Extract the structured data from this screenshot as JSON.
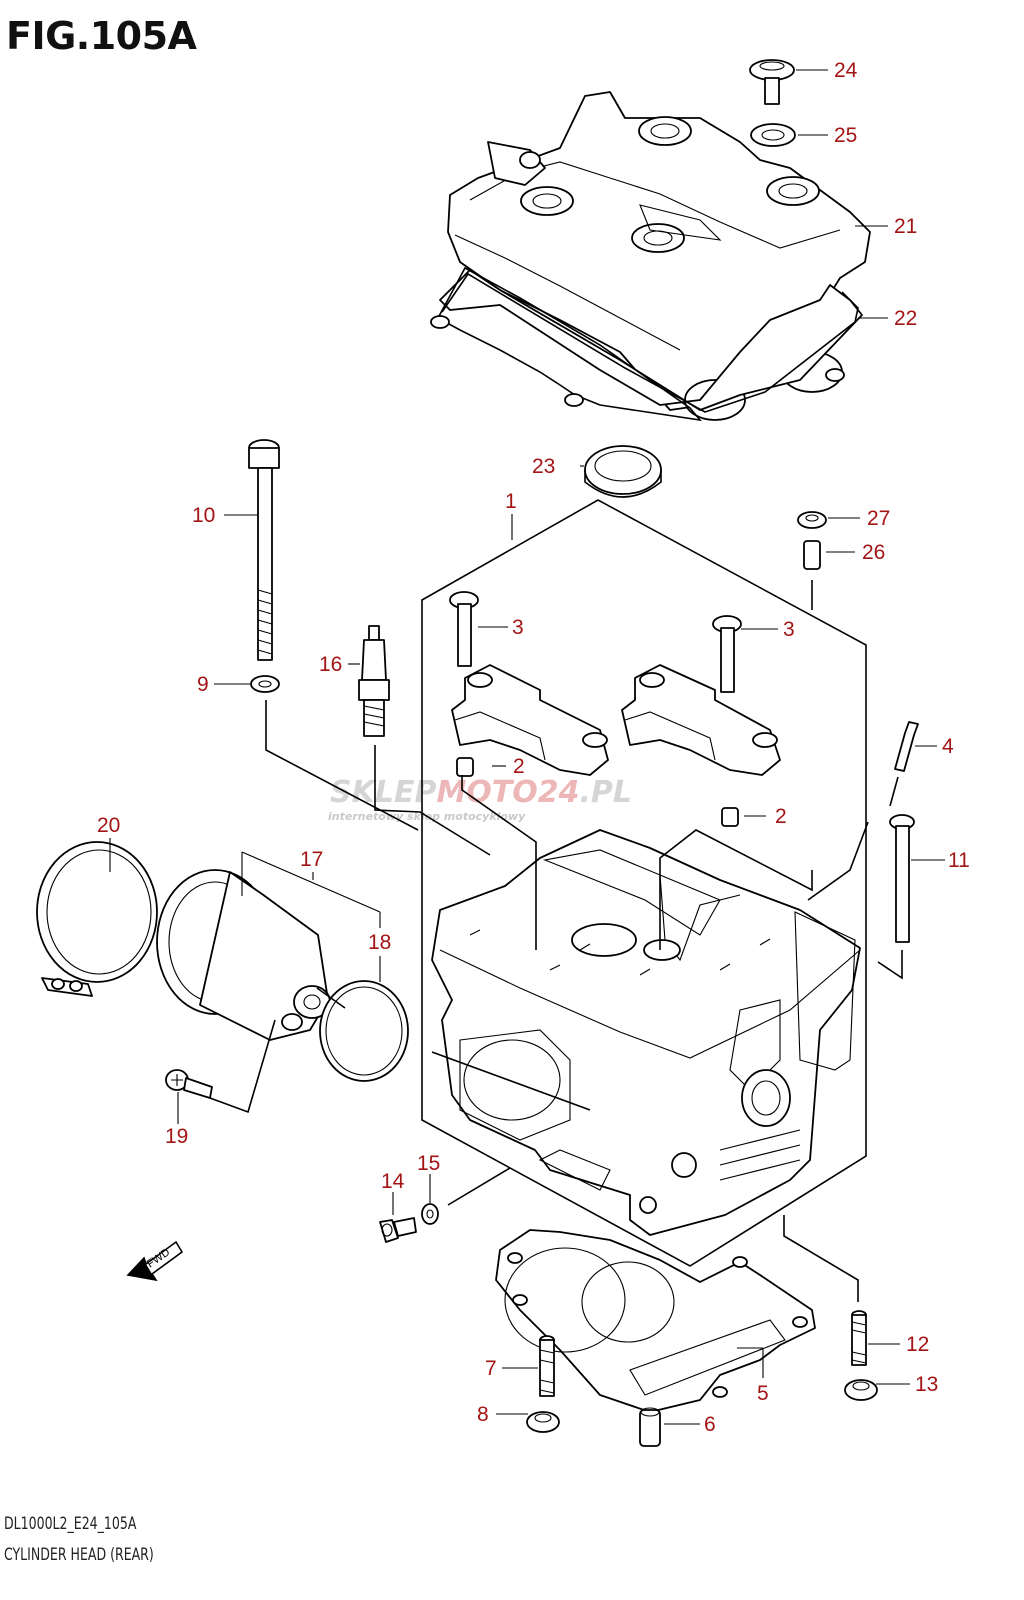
{
  "title": "FIG.105A",
  "footer": {
    "code": "DL1000L2_E24_105A",
    "name": "CYLINDER HEAD (REAR)"
  },
  "watermark": {
    "brand_a": "SKLEP",
    "brand_b": "MOTO",
    "brand_c": "24",
    "brand_d": ".PL",
    "tagline": "internetowy sklep motocyklowy"
  },
  "fwd_label": "FWD",
  "callouts": [
    "1",
    "2",
    "2",
    "3",
    "3",
    "4",
    "5",
    "6",
    "7",
    "8",
    "9",
    "10",
    "11",
    "12",
    "13",
    "14",
    "15",
    "16",
    "17",
    "18",
    "19",
    "20",
    "21",
    "22",
    "23",
    "24",
    "25",
    "26",
    "27"
  ],
  "colors": {
    "callout": "#a31515",
    "line": "#000000",
    "watermark_gray": "#c8c8c8",
    "watermark_red": "#e8a0a0"
  }
}
